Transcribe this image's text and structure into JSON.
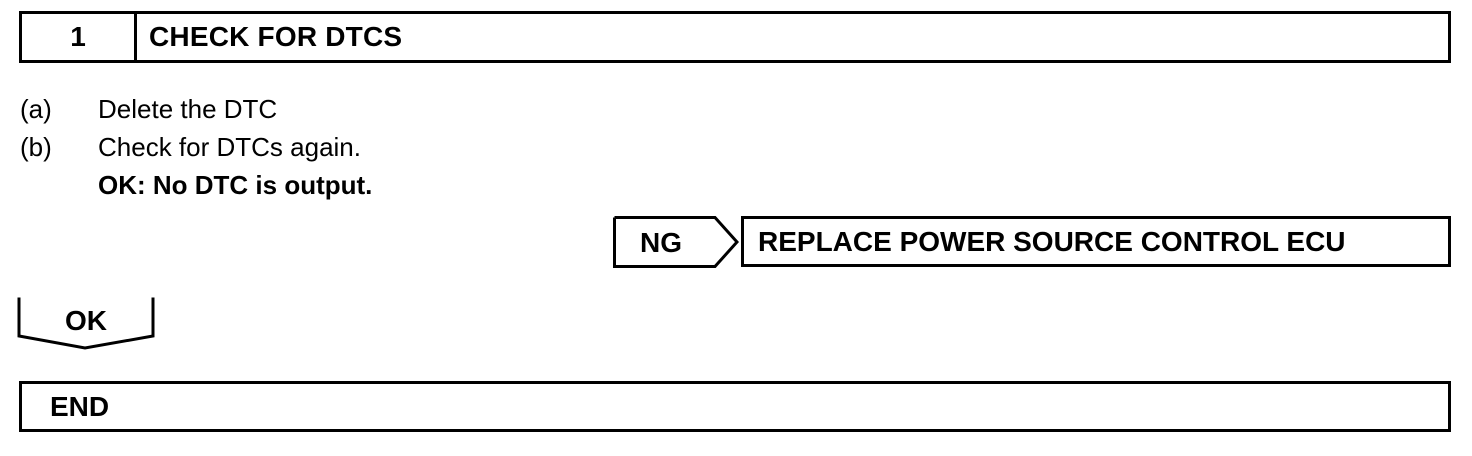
{
  "step": {
    "number": "1",
    "title": "CHECK FOR DTCS"
  },
  "instructions": [
    {
      "marker": "(a)",
      "text": "Delete the DTC"
    },
    {
      "marker": "(b)",
      "text": "Check for DTCs again."
    }
  ],
  "result": "OK: No DTC is output.",
  "ng_branch": {
    "label": "NG",
    "action": "REPLACE POWER SOURCE CONTROL ECU"
  },
  "ok_branch": {
    "label": "OK"
  },
  "end": {
    "label": "END"
  }
}
